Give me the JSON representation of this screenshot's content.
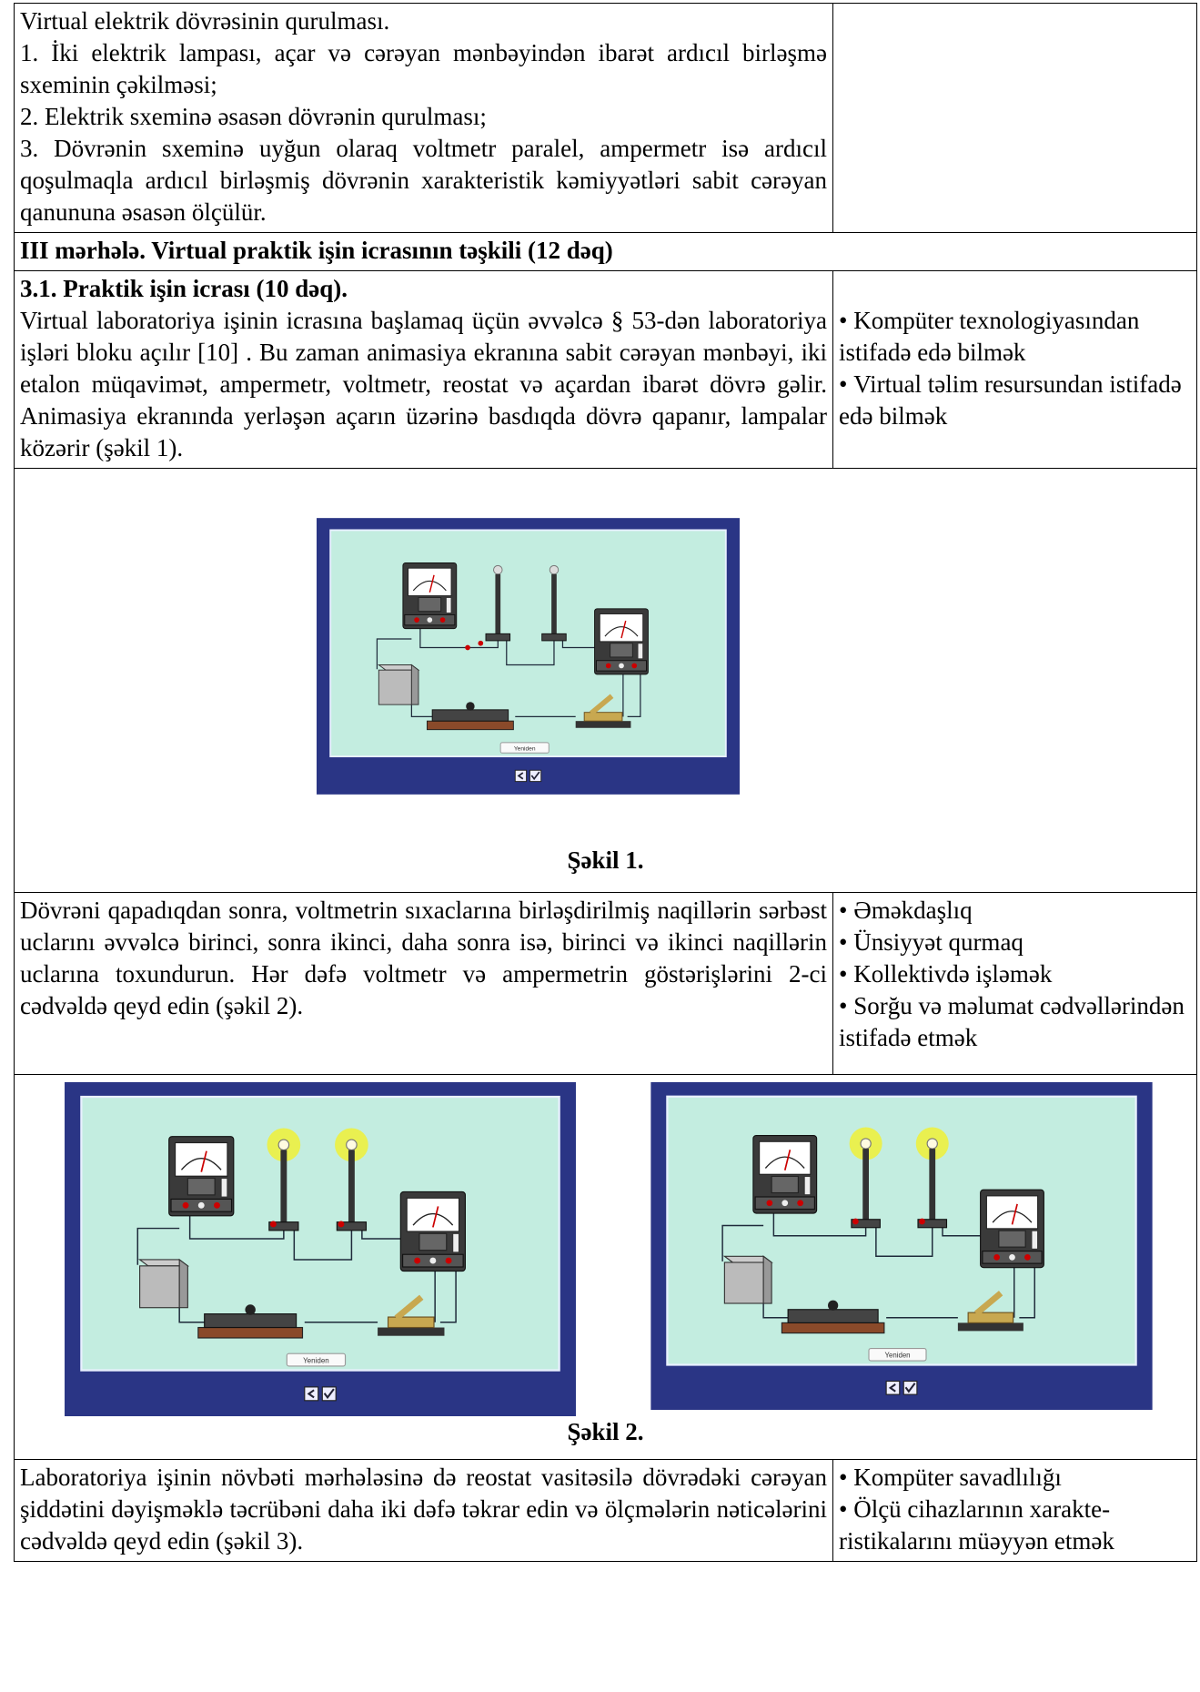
{
  "row1": {
    "lines": [
      "Virtual elektrik dövrəsinin qurulması.",
      "1. İki elektrik lampası, açar və cərəyan mənbəyindən ibarət ardıcıl birləşmə sxeminin çəkilməsi;",
      "2. Elektrik sxeminə əsasən dövrənin qurulması;",
      "3. Dövrənin sxeminə uyğun olaraq voltmetr paralel, ampermetr isə ardıcıl qoşulmaqla ardıcıl birləşmiş dövrənin xarakteristik kəmiy­yətləri sabit cərəyan qanununa əsasən ölçülür."
    ]
  },
  "stage3": {
    "title": "III mərhələ. Virtual praktik işin icrasının təşkili (12 dəq)"
  },
  "section31": {
    "title": "3.1. Praktik işin icrası (10 dəq).",
    "text": "Virtual laboratoriya işinin icrasına başlamaq üçün əvvəlcə § 53-dən laboratoriya işləri bloku açılır [10] . Bu zaman animasiya ekranına sabit cərəyan mənbəyi, iki etalon müqavimət, ampermetr, voltmetr, reostat və açardan ibarət dövrə gəlir. Animasiya ekranında yerləşən açarın üzərinə basdıqda dövrə qapanır, lampalar közərir (şəkil 1).",
    "skills": [
      "Kompüter texnologiyasın­dan istifadə edə bilmək",
      "Virtual təlim resursundan istifadə edə bilmək"
    ]
  },
  "figure1": {
    "caption": "Şəkil 1.",
    "button": "Yeniden"
  },
  "row_closing": {
    "text": "Dövrəni qapadıqdan sonra, voltmetrin sıxaclarına birləşdirilmiş naqillərin sərbəst uclarını əvvəlcə birinci, sonra ikinci, daha sonra isə, birinci və ikinci naqillərin uclarına toxundurun. Hər dəfə voltmetr və ampermetrin göstərişlərini 2-ci cədvəldə qeyd edin (şəkil 2).",
    "skills": [
      "Əməkdaşlıq",
      "Ünsiyyət qurmaq",
      "Kollektivdə işləmək",
      "Sorğu və məlumat cədvəl­lərindən istifadə etmək"
    ]
  },
  "figure2": {
    "caption": "Şəkil 2.",
    "button": "Yeniden"
  },
  "row_last": {
    "text": "Laboratoriya işinin növbəti mərhələsinə də reostat vasitəsilə dövrə­dəki cərəyan şiddətini dəyişməklə təcrübəni daha iki dəfə təkrar edin və ölçmələrin nəticələrini cədvəldə qeyd edin (şəkil 3).",
    "skills": [
      "Kompüter savadlılığı",
      "Ölçü cihazlarının xarakte­ristikalarını müəyyən etmək"
    ]
  },
  "colors": {
    "frame": "#2a3585",
    "screen": "#c3ede0",
    "wire": "#1e2a3a",
    "lamp_glow": "#f5f020"
  }
}
